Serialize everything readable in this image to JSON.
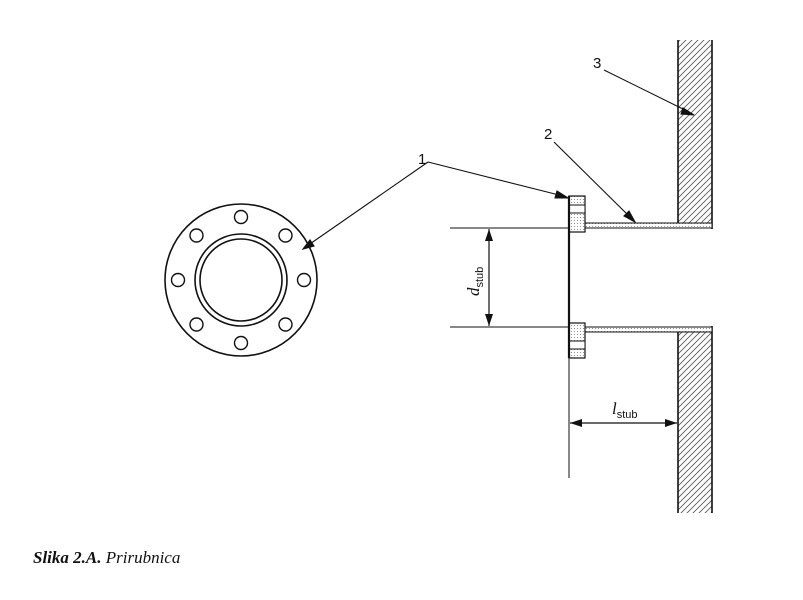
{
  "labels": {
    "flange": "1",
    "stub": "2",
    "wall": "3"
  },
  "dimensions": {
    "diameter": {
      "symbol": "d",
      "subscript": "stub"
    },
    "length": {
      "symbol": "l",
      "subscript": "stub"
    }
  },
  "caption": {
    "number": "Slika 2.A.",
    "text": "Prirubnica"
  }
}
